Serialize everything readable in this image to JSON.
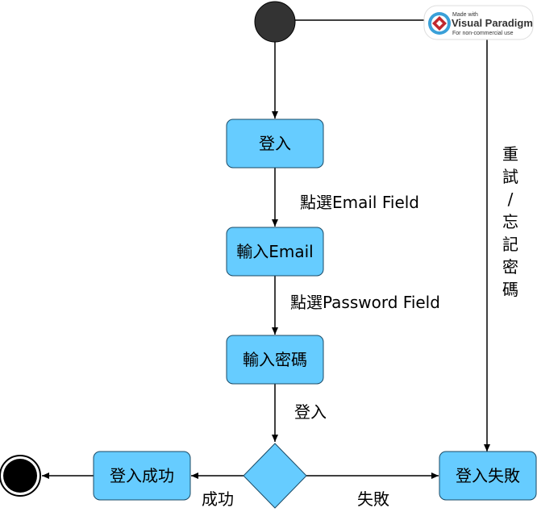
{
  "nodes": {
    "login": "登入",
    "input_email": "輸入Email",
    "input_password": "輸入密碼",
    "login_success": "登入成功",
    "login_failed": "登入失敗"
  },
  "edges": {
    "click_email": "點選Email Field",
    "click_password": "點選Password Field",
    "submit_login": "登入",
    "success": "成功",
    "failure": "失敗",
    "retry_forgot": [
      "重",
      "試",
      "/",
      "忘",
      "記",
      "密",
      "碼"
    ]
  },
  "watermark": {
    "made_with": "Made with",
    "brand": "Visual Paradigm",
    "note": "For non-commercial use"
  },
  "colors": {
    "node_fill": "#66ccff",
    "node_stroke": "#1a4a66",
    "line": "#000000",
    "state_fill": "#333333"
  }
}
